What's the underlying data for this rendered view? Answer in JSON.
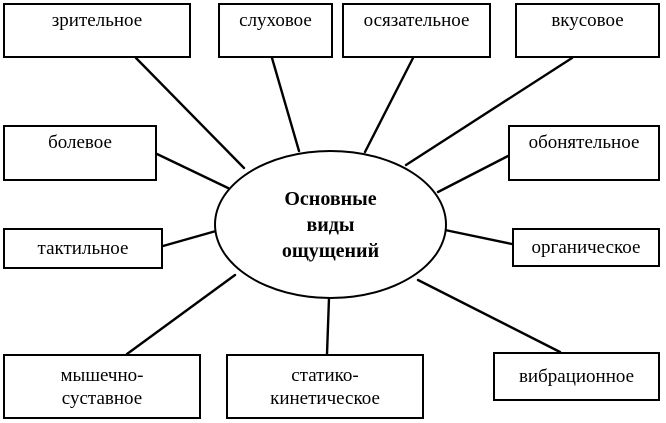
{
  "center": {
    "label": "Основные\nвиды\nощущений"
  },
  "nodes": {
    "visual": "зрительное",
    "auditory": "слуховое",
    "tactile_touch": "осязательное",
    "gustatory": "вкусовое",
    "pain": "болевое",
    "olfactory": "обонятельное",
    "tactile": "тактильное",
    "organic": "органическое",
    "musculoskeletal": "мышечно-\nсуставное",
    "static_kinetic": "статико-\nкинетическое",
    "vibration": "вибрационное"
  }
}
